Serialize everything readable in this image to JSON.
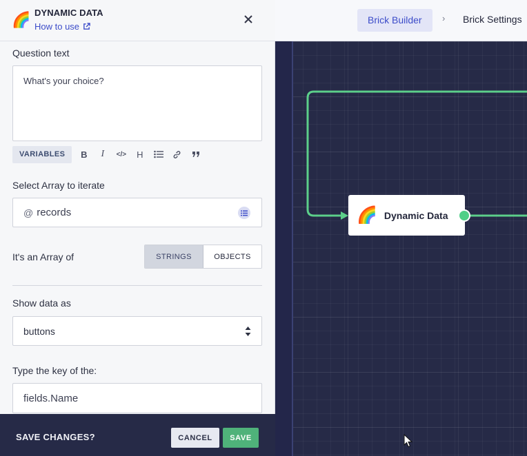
{
  "header": {
    "breadcrumb_active": "Brick Builder",
    "breadcrumb_separator": "›",
    "breadcrumb_next": "Brick Settings"
  },
  "panel": {
    "emoji": "🌈",
    "title": "DYNAMIC DATA",
    "help_link": "How to use",
    "question_label": "Question text",
    "question_value": "What's your choice?",
    "toolbar": {
      "variables": "VARIABLES",
      "bold": "B",
      "italic": "I",
      "code": "</>",
      "heading": "H"
    },
    "array_label": "Select Array to iterate",
    "array_prefix": "@",
    "array_value": "records",
    "array_of_label": "It's an Array of",
    "array_of_options": [
      "STRINGS",
      "OBJECTS"
    ],
    "array_of_selected": "STRINGS",
    "show_as_label": "Show data as",
    "show_as_value": "buttons",
    "key_label": "Type the key of the:",
    "key_value": "fields.Name"
  },
  "savebar": {
    "label": "SAVE CHANGES?",
    "cancel": "CANCEL",
    "save": "SAVE"
  },
  "canvas": {
    "node_emoji": "🌈",
    "node_label": "Dynamic Data"
  },
  "colors": {
    "accent": "#3c4cc9",
    "connector": "#5ccf8a",
    "save": "#4fb27a",
    "canvas_bg": "#262a47"
  }
}
